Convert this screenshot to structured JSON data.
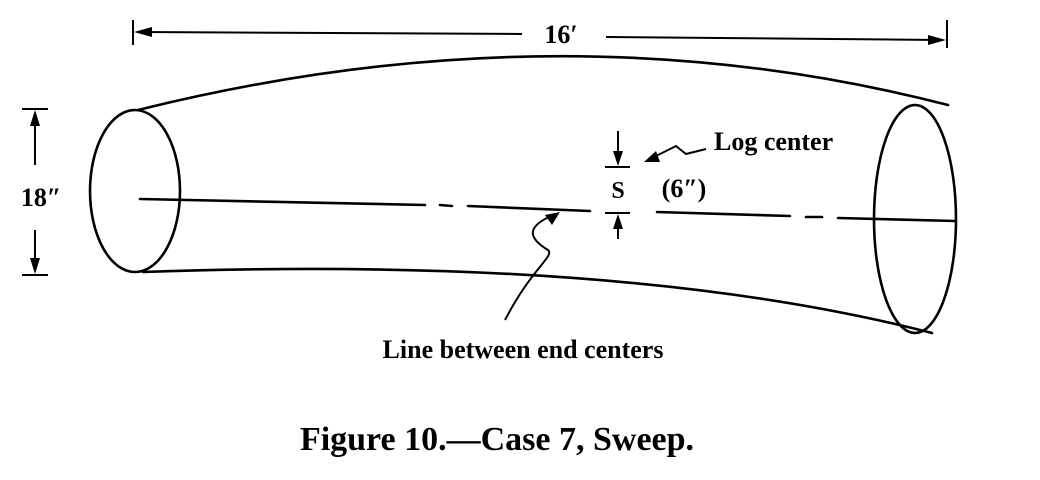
{
  "figure": {
    "caption": "Figure 10.—Case 7, Sweep.",
    "dimension_length": "16′",
    "dimension_diameter": "18″",
    "label_log_center": "Log center",
    "label_sweep_symbol": "S",
    "label_sweep_value": "(6″)",
    "label_center_line": "Line between end centers"
  }
}
